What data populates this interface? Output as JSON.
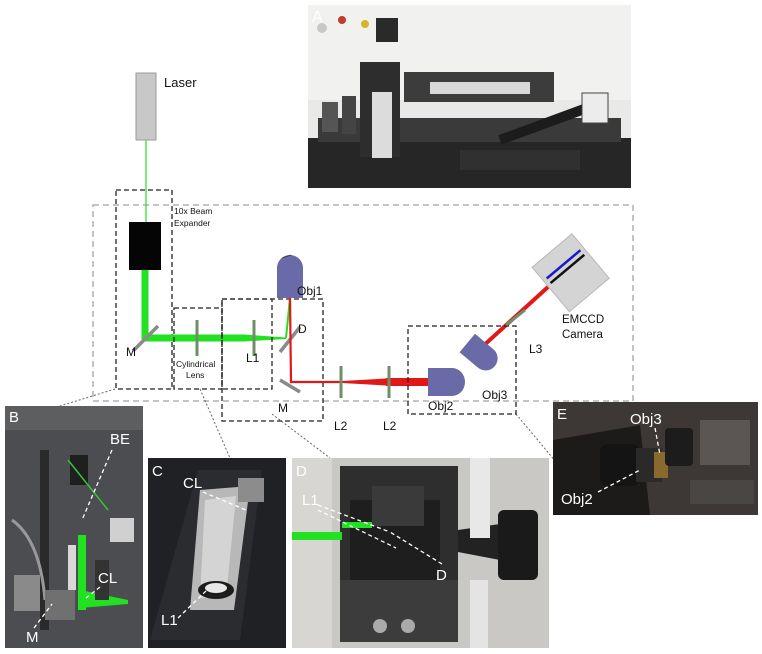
{
  "diagram": {
    "laser": "Laser",
    "beam_expander": [
      "10x Beam",
      "Expander"
    ],
    "mirror1": "M",
    "cylindrical_lens": [
      "Cylindrical",
      "Lens"
    ],
    "lens1": "L1",
    "obj1": "Obj1",
    "dichroic": "D",
    "mirror2": "M",
    "lens2a": "L2",
    "lens2b": "L2",
    "obj2": "Obj2",
    "obj3": "Obj3",
    "lens3": "L3",
    "camera": [
      "EMCCD",
      "Camera"
    ]
  },
  "panels": {
    "a": {
      "letter": "A"
    },
    "b": {
      "letter": "B",
      "be": "BE",
      "cl": "CL",
      "m": "M"
    },
    "c": {
      "letter": "C",
      "cl": "CL",
      "l1": "L1"
    },
    "d": {
      "letter": "D",
      "l1": "L1",
      "d": "D"
    },
    "e": {
      "letter": "E",
      "obj3": "Obj3",
      "obj2": "Obj2"
    }
  },
  "colors": {
    "green_beam": "#22e022",
    "red_beam": "#e01818",
    "objective": "#6a6aa8",
    "lens": "#6f8f6a",
    "mirror": "#8a8a8a",
    "dashed": "#222222",
    "outline_gray": "#b0b0b0"
  }
}
